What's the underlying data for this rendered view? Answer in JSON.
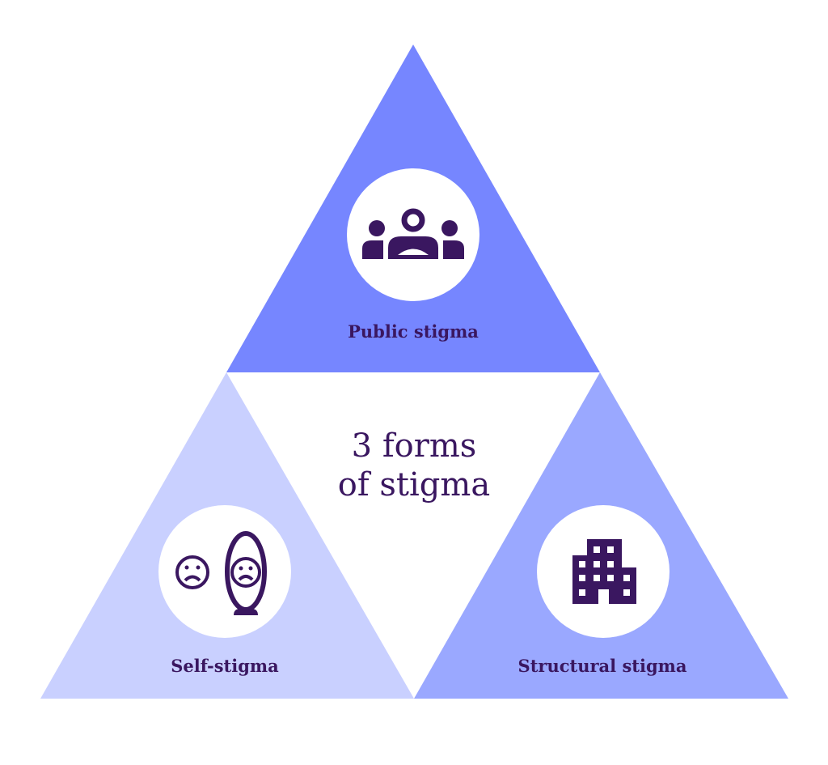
{
  "title": "3 forms of stigma",
  "title_lines": [
    "3 forms",
    "of stigma"
  ],
  "sections": [
    {
      "label": "Public stigma",
      "icon": "people-group-icon",
      "color": "#7686ff"
    },
    {
      "label": "Self-stigma",
      "icon": "sad-face-mirror-icon",
      "color": "#c9d0ff"
    },
    {
      "label": "Structural stigma",
      "icon": "building-icon",
      "color": "#9aa8ff"
    }
  ],
  "colors": {
    "text": "#3a1760",
    "icon": "#3a1760",
    "circle": "#ffffff"
  }
}
